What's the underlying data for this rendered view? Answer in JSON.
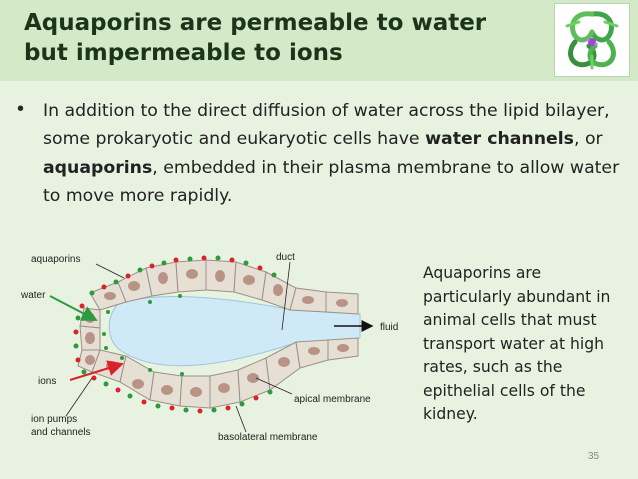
{
  "slide": {
    "title_line1": "Aquaporins are permeable to water",
    "title_line2": "but impermeable to ions",
    "bullet": {
      "part1": "In addition to the direct diffusion of water across the lipid bilayer, some prokaryotic and eukaryotic cells have ",
      "bold1": "water channels",
      "part2": ", or ",
      "bold2": "aquaporins",
      "part3": ", embedded in their plasma membrane to allow water to move more rapidly."
    },
    "side_text": "Aquaporins are particularly abundant in animal cells that must transport water at high rates, such as the epithelial cells of the kidney.",
    "page_number": "35"
  },
  "diagram": {
    "labels": {
      "aquaporins": "aquaporins",
      "water": "water",
      "ions": "ions",
      "ion_pumps_1": "ion pumps",
      "ion_pumps_2": "and channels",
      "duct": "duct",
      "fluid": "fluid",
      "apical": "apical membrane",
      "basolateral": "basolateral membrane"
    },
    "colors": {
      "aquaporin_dot": "#2e9a3e",
      "ion_pump_dot": "#d8232a",
      "lumen": "#cfe9f6",
      "cell_fill": "#e6dfd4",
      "nucleus": "#b99386"
    }
  },
  "logo": {
    "icon": "aquaporin-protein-structure-icon"
  }
}
